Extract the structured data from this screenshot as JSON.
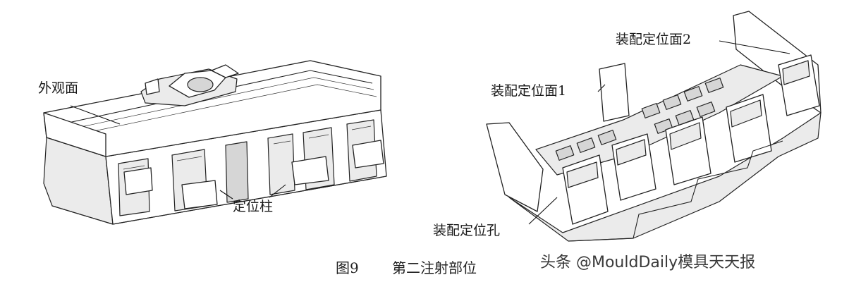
{
  "figure": {
    "caption_number": "图9",
    "caption_title": "第二注射部位",
    "watermark": "头条 @MouldDaily模具天天报"
  },
  "left_part": {
    "labels": {
      "appearance_surface": "外观面",
      "locating_pin": "定位柱"
    }
  },
  "right_part": {
    "labels": {
      "assembly_face_2": "装配定位面2",
      "assembly_face_1": "装配定位面1",
      "assembly_hole": "装配定位孔"
    }
  }
}
